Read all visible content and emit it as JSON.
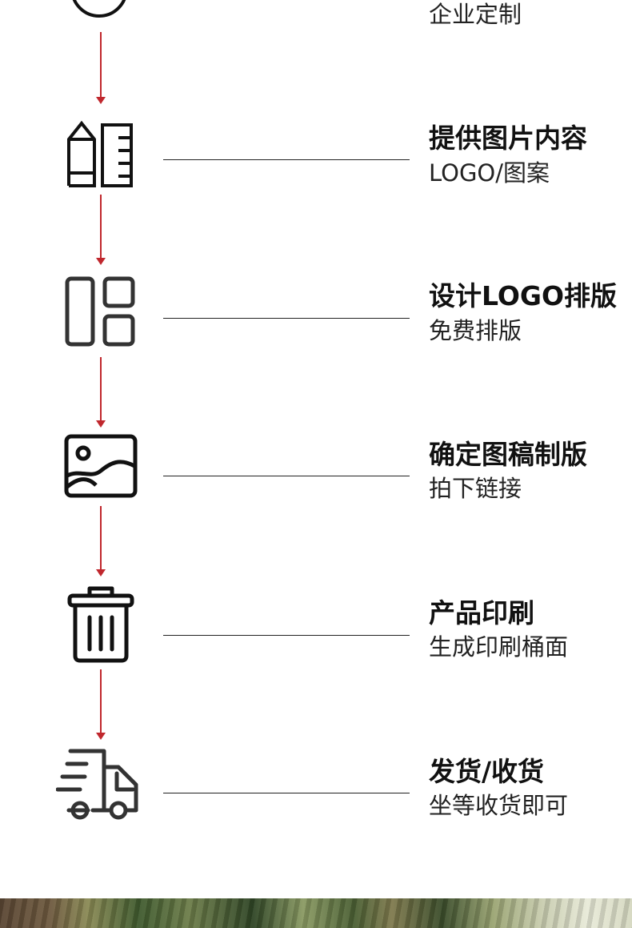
{
  "top_step": {
    "subtitle": "企业定制"
  },
  "steps": [
    {
      "title": "提供图片内容",
      "subtitle": "LOGO/图案",
      "icon": "design-tools-icon"
    },
    {
      "title": "设计LOGO排版",
      "subtitle": "免费排版",
      "icon": "layout-icon"
    },
    {
      "title": "确定图稿制版",
      "subtitle": "拍下链接",
      "icon": "image-icon"
    },
    {
      "title": "产品印刷",
      "subtitle": "生成印刷桶面",
      "icon": "trash-can-icon"
    },
    {
      "title": "发货/收货",
      "subtitle": "坐等收货即可",
      "icon": "delivery-truck-icon"
    }
  ],
  "colors": {
    "arrow": "#c0272d",
    "text": "#111111",
    "line": "#222222"
  }
}
